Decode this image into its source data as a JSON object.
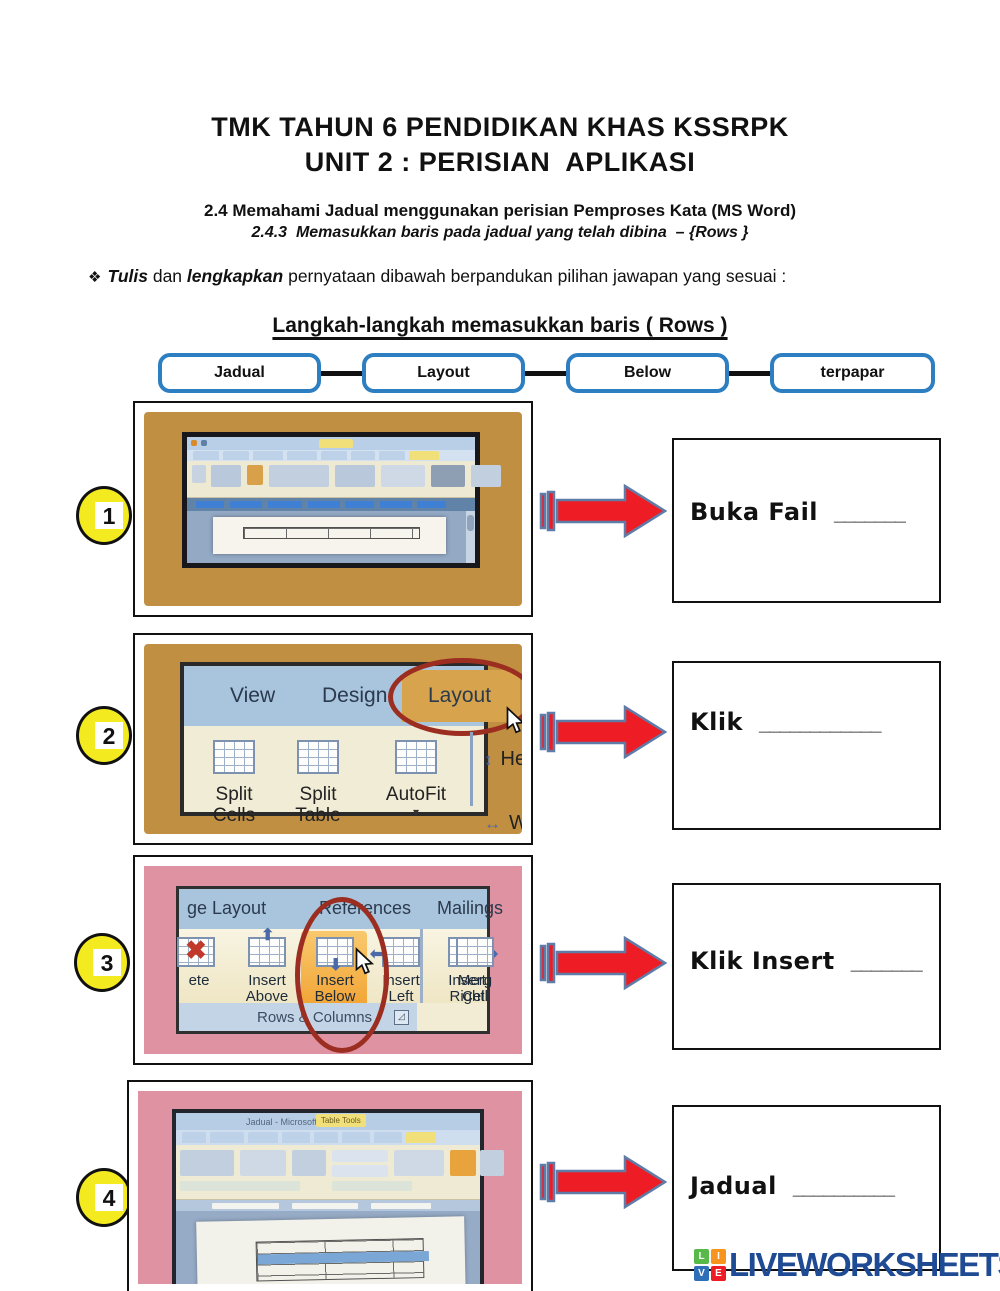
{
  "header": {
    "title_line1": "TMK TAHUN 6 PENDIDIKAN KHAS KSSRPK",
    "title_line2": "UNIT 2 : PERISIAN  APLIKASI",
    "subtitle_line1": "2.4 Memahami Jadual menggunakan perisian Pemproses Kata (MS Word)",
    "subtitle_line2": "2.4.3  Memasukkan baris pada jadual yang telah dibina  – {Rows }",
    "instruction": {
      "bullet": "❖",
      "bold1": "Tulis",
      "mid1": " dan ",
      "bold2": "lengkapkan",
      "rest": " pernyataan dibawah berpandukan pilihan jawapan yang sesuai :"
    },
    "section_heading": "Langkah-langkah memasukkan baris ( Rows )"
  },
  "answer_options": [
    {
      "label": "Jadual"
    },
    {
      "label": "Layout"
    },
    {
      "label": "Below"
    },
    {
      "label": "terpapar"
    }
  ],
  "steps": [
    {
      "number": "1",
      "caption": "Buka Fail",
      "blank": "_______"
    },
    {
      "number": "2",
      "caption": "Klik",
      "blank": "____________"
    },
    {
      "number": "3",
      "caption": "Klik Insert",
      "blank": "_______"
    },
    {
      "number": "4",
      "caption": "Jadual",
      "blank": "__________"
    }
  ],
  "screenshot2": {
    "tabs": [
      "View",
      "Design",
      "Layout"
    ],
    "labels": [
      "Split Cells",
      "Split Table",
      "AutoFit"
    ],
    "autofit_caret": "▾",
    "size_labels": [
      "Heigh",
      "Width"
    ],
    "height_icon": "↕",
    "width_icon": "↔"
  },
  "screenshot3": {
    "tabs": [
      "ge Layout",
      "References",
      "Mailings"
    ],
    "delete_x": "✖",
    "delete_label": "ete",
    "buttons": [
      "Insert Above",
      "Insert Below",
      "Insert Left",
      "Insert Right"
    ],
    "merge_label": "Merg Cell",
    "group_label": "Rows & Columns",
    "dialog_launcher": "◿"
  },
  "screenshot4": {
    "titlebar_text": "Jadual - Microsoft Word",
    "table_tools_chip": "Table Tools"
  },
  "footer_logo": {
    "sq1": "L",
    "sq2": "I",
    "sq3": "V",
    "sq4": "E",
    "text": "LIVEWORKSHEETS"
  },
  "colors": {
    "option_border": "#2e7fc1",
    "arrow_red": "#ee1c24",
    "arrow_outline": "#5f7ca8",
    "circle_yellow": "#f3ea1f",
    "highlight_circle": "#9b2d21",
    "photo_tan": "#c18f41",
    "photo_pink": "#df93a2",
    "logo_navy": "#1e4b94"
  }
}
